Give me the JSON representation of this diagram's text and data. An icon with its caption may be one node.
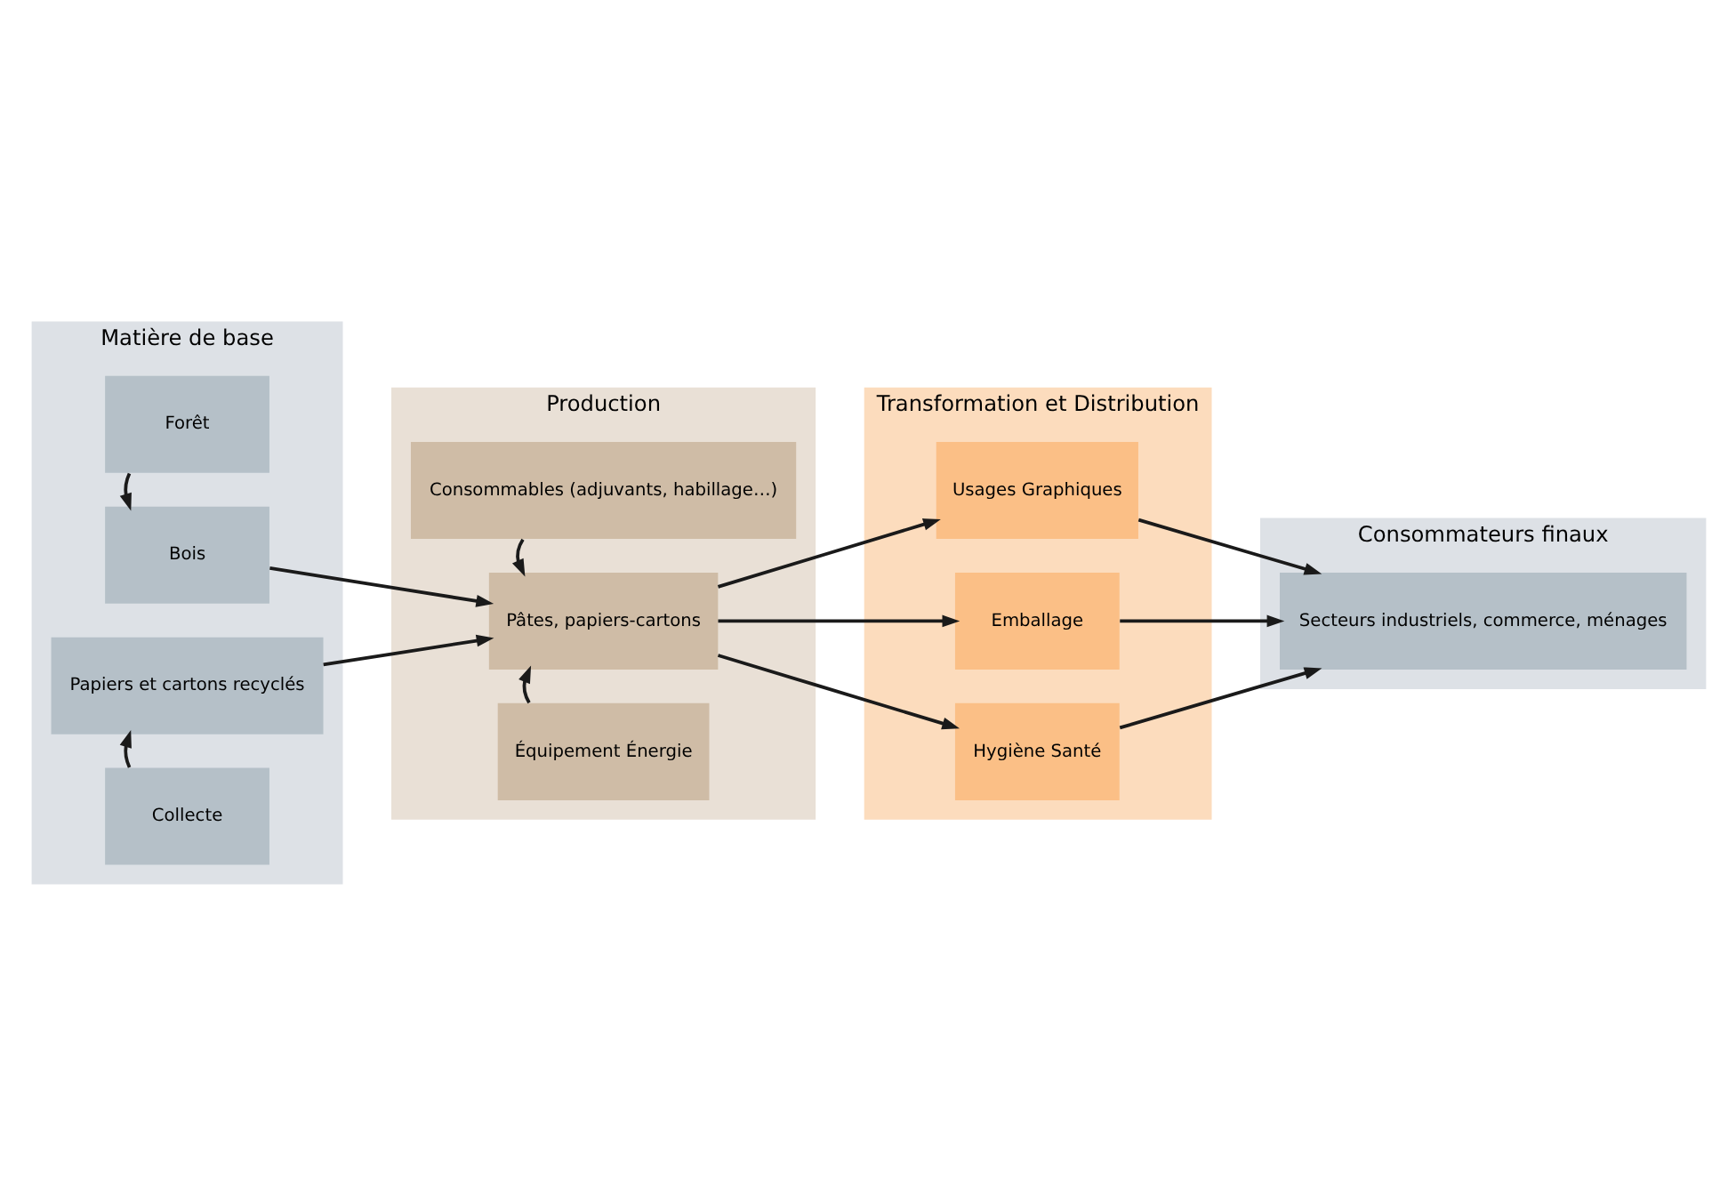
{
  "diagram": {
    "nodes": [
      {
        "text": [
          "Matière de base"
        ]
      },
      {
        "text": [
          "Forêt"
        ],
        "in": 0
      },
      {
        "text": [
          "Bois"
        ],
        "in": 0
      },
      {
        "text": [
          "Papiers et cartons recyclés"
        ],
        "in": 0
      },
      {
        "text": [
          "Collecte"
        ],
        "in": 0
      },
      {
        "text": [
          "Production"
        ]
      },
      {
        "text": [
          "Consommables (adjuvants, habillage…)"
        ],
        "in": 5
      },
      {
        "text": [
          "Pâtes, papiers-cartons"
        ],
        "in": 5
      },
      {
        "text": [
          "Équipement Énergie"
        ],
        "in": 5
      },
      {
        "text": [
          "Transformation et Distribution"
        ]
      },
      {
        "text": [
          "Usages Graphiques"
        ],
        "in": 9
      },
      {
        "text": [
          "Emballage"
        ],
        "in": 9
      },
      {
        "text": [
          "Hygiène Santé"
        ],
        "in": 9
      },
      {
        "text": [
          "Consommateurs finaux"
        ]
      },
      {
        "text": [
          "Secteurs industriels, commerce, ménages"
        ],
        "in": 13
      }
    ],
    "edges": [
      {
        "from": 1,
        "to": 2,
        "arrow": "to"
      },
      {
        "from": 4,
        "to": 3,
        "arrow": "to"
      },
      {
        "from": 2,
        "to": 7,
        "arrow": "to"
      },
      {
        "from": 3,
        "to": 7,
        "arrow": "to"
      },
      {
        "from": 6,
        "to": 7,
        "arrow": "to"
      },
      {
        "from": 8,
        "to": 7,
        "arrow": "to"
      },
      {
        "from": 7,
        "to": 10,
        "arrow": "to"
      },
      {
        "from": 7,
        "to": 11,
        "arrow": "to"
      },
      {
        "from": 7,
        "to": 12,
        "arrow": "to"
      },
      {
        "from": 10,
        "to": 14,
        "arrow": "to"
      },
      {
        "from": 11,
        "to": 14,
        "arrow": "to"
      },
      {
        "from": 12,
        "to": 14,
        "arrow": "to"
      }
    ]
  }
}
